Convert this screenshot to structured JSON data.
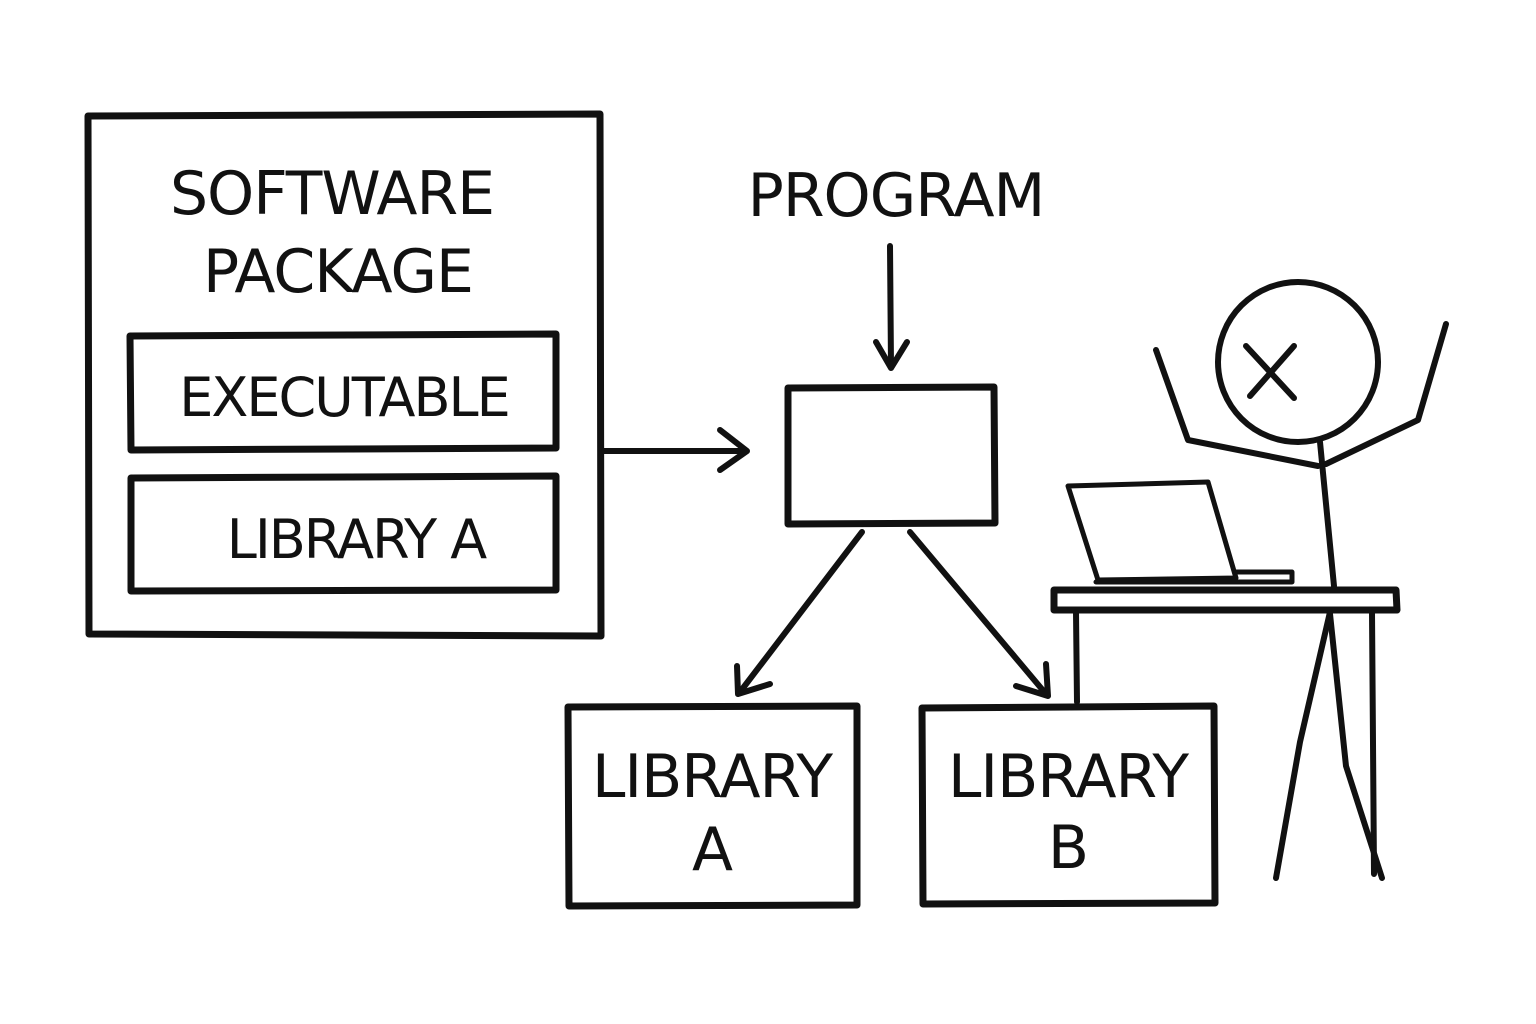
{
  "package": {
    "title_line1": "SOFTWARE",
    "title_line2": "PACKAGE",
    "executable": "EXECUTABLE",
    "library": "LIBRARY A"
  },
  "program": {
    "label": "PROGRAM"
  },
  "libraries": [
    {
      "line1": "LIBRARY",
      "line2": "A"
    },
    {
      "line1": "LIBRARY",
      "line2": "B"
    }
  ],
  "figure": {
    "head_mark": "X",
    "icons": [
      "laptop-icon",
      "desk-icon",
      "stick-figure-icon"
    ]
  },
  "colors": {
    "ink": "#111111",
    "background": "#ffffff"
  }
}
